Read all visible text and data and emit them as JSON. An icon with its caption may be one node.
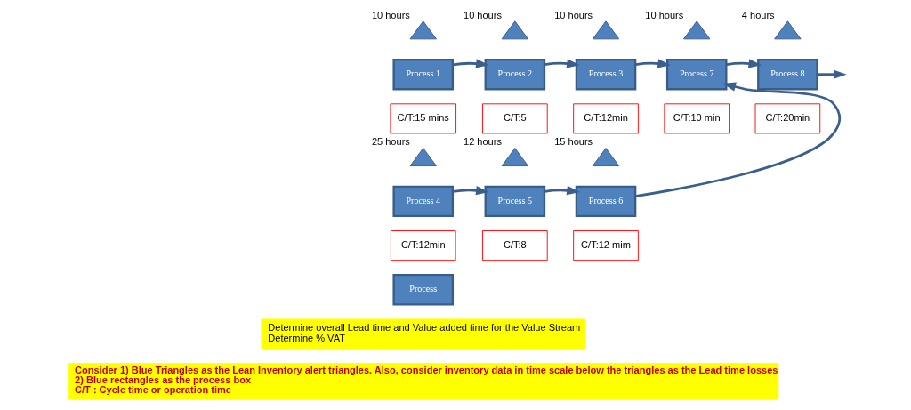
{
  "diagram": {
    "nodes": [
      {
        "text": [],
        "shape": "triangle",
        "beside": [
          "10 hours"
        ]
      },
      {
        "text": [
          "Process 1"
        ]
      },
      {
        "text": [
          "C/T:15 mins"
        ]
      },
      {
        "text": [],
        "shape": "triangle",
        "beside": [
          "10 hours"
        ]
      },
      {
        "text": [
          "Process 2"
        ]
      },
      {
        "text": [
          "C/T:5"
        ]
      },
      {
        "text": [],
        "shape": "triangle",
        "beside": [
          "10 hours"
        ]
      },
      {
        "text": [
          "Process 3"
        ]
      },
      {
        "text": [
          "C/T:12min"
        ]
      },
      {
        "text": [],
        "shape": "triangle",
        "beside": [
          "10 hours"
        ]
      },
      {
        "text": [
          "Process 7"
        ]
      },
      {
        "text": [
          "C/T:10 min"
        ]
      },
      {
        "text": [],
        "shape": "triangle",
        "beside": [
          "4 hours"
        ]
      },
      {
        "text": [
          "Process 8"
        ]
      },
      {
        "text": [
          "C/T:20min"
        ]
      },
      {
        "text": [],
        "shape": "triangle",
        "beside": [
          "25 hours"
        ]
      },
      {
        "text": [
          "Process 4"
        ]
      },
      {
        "text": [
          "C/T:12min"
        ]
      },
      {
        "text": [],
        "shape": "triangle",
        "beside": [
          "12 hours"
        ]
      },
      {
        "text": [
          "Process 5"
        ]
      },
      {
        "text": [
          "C/T:8"
        ]
      },
      {
        "text": [],
        "shape": "triangle",
        "beside": [
          "15 hours"
        ]
      },
      {
        "text": [
          "Process 6"
        ]
      },
      {
        "text": [
          "C/T:12 mim"
        ]
      },
      {
        "text": [
          "Process"
        ]
      },
      {
        "text": [
          "Determine overall Lead time and Value added time for the Value Stream",
          "Determine % VAT"
        ]
      },
      {
        "text": [
          "Consider 1) Blue Triangles as the Lean Inventory alert triangles. Also, consider inventory data in time scale below the triangles as the Lead time losses",
          "2) Blue rectangles as the process box",
          "C/T : Cycle time or operation time"
        ]
      }
    ],
    "edges": [
      {
        "from": 1,
        "to": 4,
        "arrow": "to"
      },
      {
        "from": 4,
        "to": 7,
        "arrow": "to"
      },
      {
        "from": 7,
        "to": 10,
        "arrow": "to"
      },
      {
        "from": 10,
        "to": 13,
        "arrow": "to"
      },
      {
        "from": 13,
        "to": null,
        "arrow": "to"
      },
      {
        "from": 16,
        "to": 19,
        "arrow": "to"
      },
      {
        "from": 19,
        "to": 22,
        "arrow": "to"
      },
      {
        "from": 22,
        "to": 10,
        "arrow": "to"
      }
    ]
  }
}
